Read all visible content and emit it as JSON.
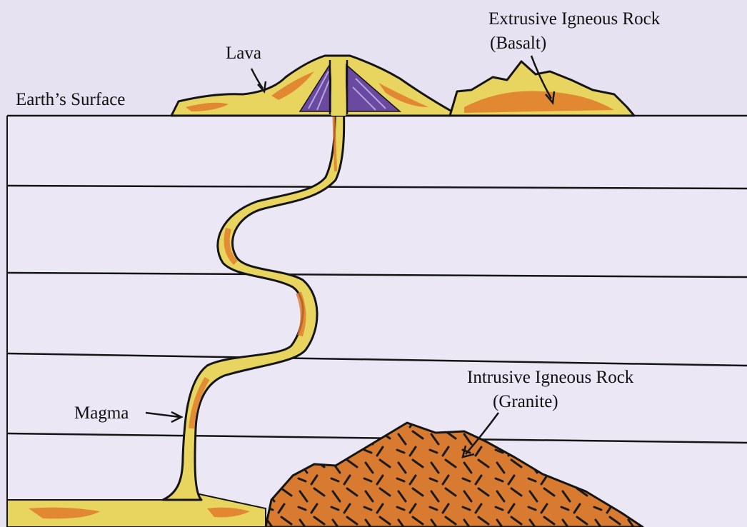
{
  "labels": {
    "earth_surface": "Earth’s Surface",
    "lava": "Lava",
    "extrusive_line1": "Extrusive Igneous Rock",
    "extrusive_line2": "(Basalt)",
    "intrusive_line1": "Intrusive Igneous Rock",
    "intrusive_line2": "(Granite)",
    "magma": "Magma"
  },
  "colors": {
    "background": "#e6e2f2",
    "magma_yellow": "#e8d560",
    "magma_orange": "#e07a2c",
    "granite": "#d87a30",
    "volcanic_vent": "#6a4aa0",
    "outline": "#151515"
  }
}
